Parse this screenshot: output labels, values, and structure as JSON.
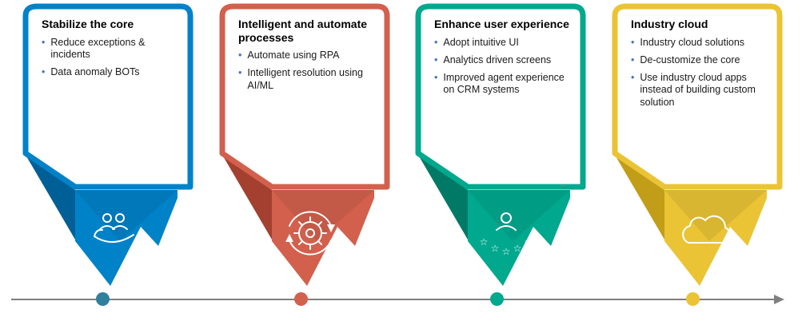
{
  "bullet_color": "#4472C4",
  "timeline": {
    "line_color": "#7f7f7f"
  },
  "cards": [
    {
      "title": "Stabilize the core",
      "bullets": [
        "Reduce exceptions & incidents",
        "Data anomaly BOTs"
      ],
      "color": "#0082C8",
      "color_dark": "#005F96",
      "dot_color": "#2F7F9D",
      "icon": "hand-care-icon"
    },
    {
      "title": "Intelligent and automate processes",
      "bullets": [
        "Automate using RPA",
        "Intelligent resolution using AI/ML"
      ],
      "color": "#D2604D",
      "color_dark": "#A4402F",
      "dot_color": "#D2604D",
      "icon": "automation-gear-icon"
    },
    {
      "title": "Enhance user experience",
      "bullets": [
        "Adopt intuitive UI",
        "Analytics driven screens",
        "Improved agent experience on CRM systems"
      ],
      "color": "#00A88D",
      "color_dark": "#007A66",
      "dot_color": "#00A88D",
      "icon": "user-rating-stars-icon"
    },
    {
      "title": "Industry cloud",
      "bullets": [
        "Industry cloud solutions",
        "De-customize the core",
        "Use industry cloud apps instead of building custom solution"
      ],
      "color": "#EAC435",
      "color_dark": "#C29E18",
      "dot_color": "#EAC435",
      "icon": "cloud-icon"
    }
  ]
}
